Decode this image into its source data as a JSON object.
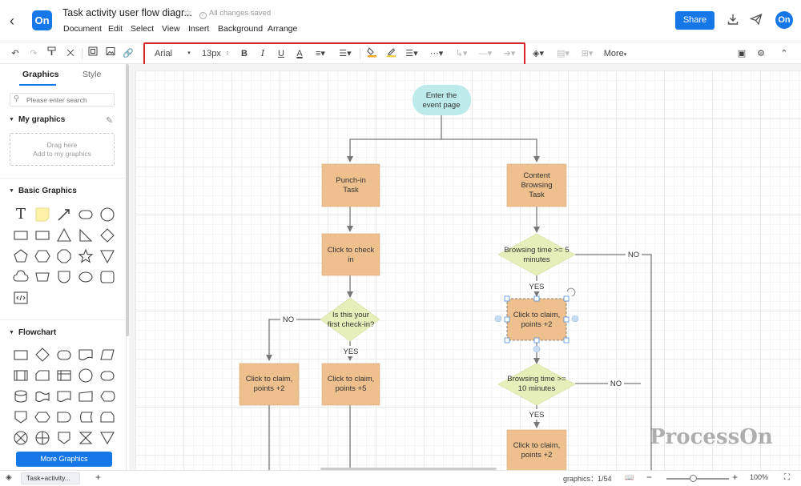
{
  "header": {
    "doc_title": "Task activity user flow diagr...",
    "save_status": "All changes saved",
    "menus": [
      "Document",
      "Edit",
      "Select",
      "View",
      "Insert",
      "Background",
      "Arrange"
    ],
    "share_label": "Share",
    "logo_text": "On",
    "avatar_text": "On"
  },
  "toolbar": {
    "font_family": "Arial",
    "font_size": "13px",
    "bold": "B",
    "italic": "I",
    "underline": "U",
    "font_color": "A",
    "more_label": "More"
  },
  "sidebar": {
    "tabs": [
      "Graphics",
      "Style"
    ],
    "search_placeholder": "Please enter search",
    "my_graphics": "My graphics",
    "drop_hint": [
      "Drag here",
      "Add to my graphics"
    ],
    "basic_graphics": "Basic Graphics",
    "text_tool": "T",
    "flowchart": "Flowchart",
    "more_graphics": "More Graphics"
  },
  "flow": {
    "start": [
      "Enter the",
      "event page"
    ],
    "punch_task": [
      "Punch-in",
      "Task"
    ],
    "content_task": [
      "Content",
      "Browsing",
      "Task"
    ],
    "click_check": [
      "Click to check",
      "in"
    ],
    "first_checkin": [
      "Is this your",
      "first check-in?"
    ],
    "browse5": [
      "Browsing time >= 5",
      "minutes"
    ],
    "browse10": [
      "Browsing time >=",
      "10 minutes"
    ],
    "claim2_left": [
      "Click to claim,",
      "points +2"
    ],
    "claim5": [
      "Click to claim,",
      "points +5"
    ],
    "claim2_sel": [
      "Click to claim,",
      "points +2"
    ],
    "claim2_bottom": [
      "Click to claim,",
      "points +2"
    ],
    "yes": "YES",
    "no": "NO"
  },
  "status": {
    "page_tab": "Task+activity...",
    "graphics_label": "graphics：1/54",
    "zoom": "100%"
  },
  "watermark": "ProcessOn",
  "colors": {
    "accent": "#1677e8",
    "process_fill": "#eec08e",
    "decision_fill": "#e6efb9",
    "start_fill": "#bdeaeb",
    "highlight": "#d6252b"
  }
}
